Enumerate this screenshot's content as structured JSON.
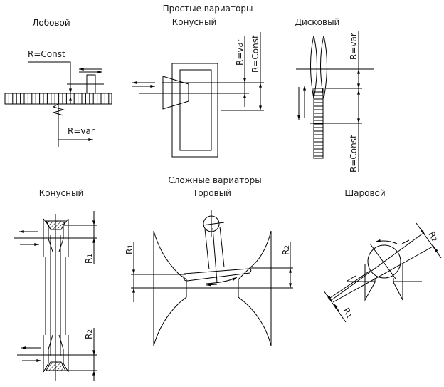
{
  "title_simple": "Простые вариаторы",
  "title_complex": "Сложные вариаторы",
  "colors": {
    "line": "#000000",
    "text": "#1a1a1a",
    "background": "#ffffff"
  },
  "simple": {
    "frontal": {
      "label": "Лобовой",
      "r_const": "R=Const",
      "r_var": "R=var"
    },
    "conical": {
      "label": "Конусный",
      "r_var": "R=var",
      "r_const": "R=Const"
    },
    "disc": {
      "label": "Дисковый",
      "r_var": "R=var",
      "r_const": "R=Const"
    }
  },
  "complex": {
    "conical": {
      "label": "Конусный",
      "r1": "R",
      "r1_sub": "1",
      "r2": "R",
      "r2_sub": "2"
    },
    "toroidal": {
      "label": "Торовый",
      "r1": "R",
      "r1_sub": "1",
      "r2": "R",
      "r2_sub": "2"
    },
    "ball": {
      "label": "Шаровой",
      "r1": "R",
      "r1_sub": "1",
      "r2": "R",
      "r2_sub": "2"
    }
  }
}
